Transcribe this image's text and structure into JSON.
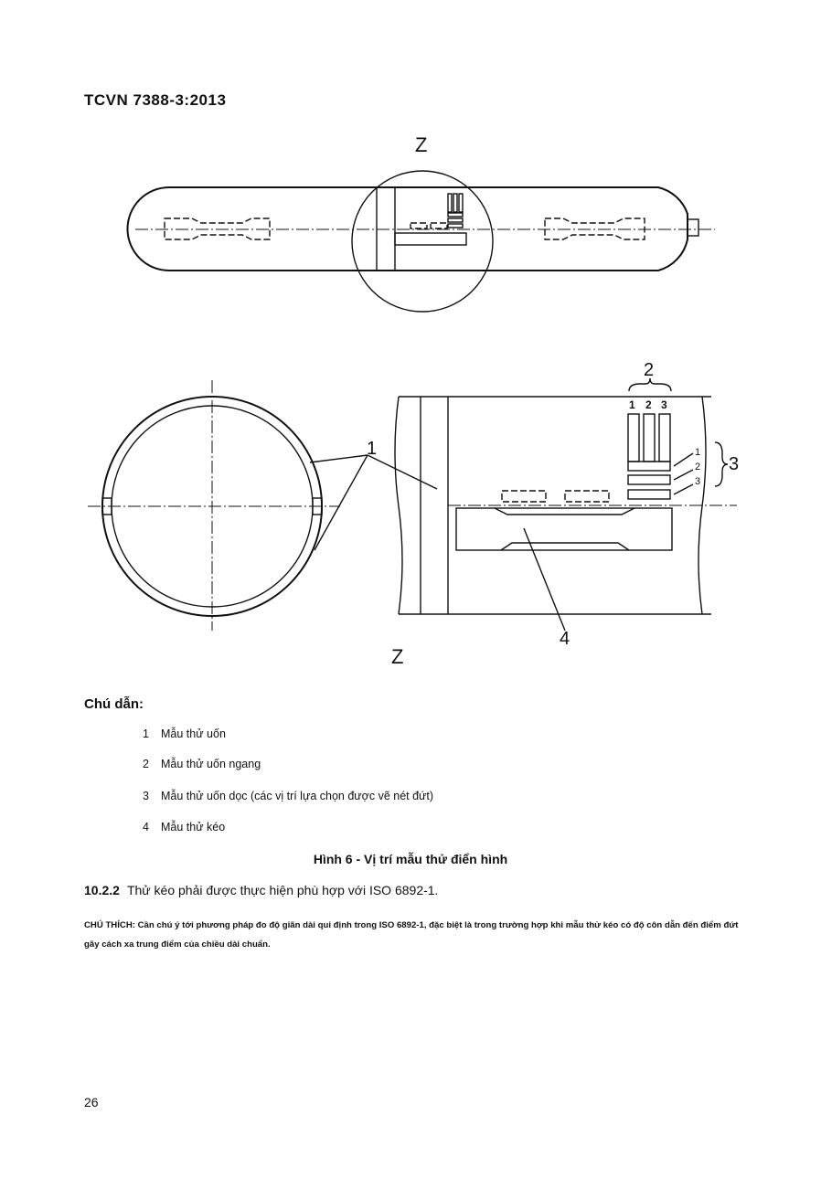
{
  "header": {
    "standard_code": "TCVN 7388-3:2013"
  },
  "figure": {
    "detail_label_top": "Z",
    "detail_label_bottom": "Z",
    "callouts": {
      "c1": "1",
      "c2": "2",
      "c3": "3",
      "c4": "4",
      "bend_1": "1",
      "bend_2": "2",
      "bend_3": "3",
      "side_1": "1",
      "side_2": "2",
      "side_3": "3"
    }
  },
  "legend": {
    "title": "Chú dẫn:",
    "items": [
      {
        "num": "1",
        "text": "Mẫu thử uốn"
      },
      {
        "num": "2",
        "text": "Mẫu thử uốn ngang"
      },
      {
        "num": "3",
        "text": "Mẫu thử uốn dọc (các vị trí lựa chọn được vẽ nét đứt)"
      },
      {
        "num": "4",
        "text": "Mẫu thử kéo"
      }
    ]
  },
  "caption": "Hình 6 - Vị trí mẫu thử điển hình",
  "clause": {
    "number": "10.2.2",
    "text": "Thử kéo phải được thực hiện phù hợp với ISO 6892-1."
  },
  "note": "CHÚ THÍCH: Cần chú ý tới phương pháp đo độ giãn dài qui định trong ISO 6892-1, đặc biệt là trong trường hợp khi mẫu thử kéo có độ côn dẫn đến điểm đứt gãy cách xa trung điểm của chiều dài chuẩn.",
  "footer": {
    "page_number": "26"
  }
}
